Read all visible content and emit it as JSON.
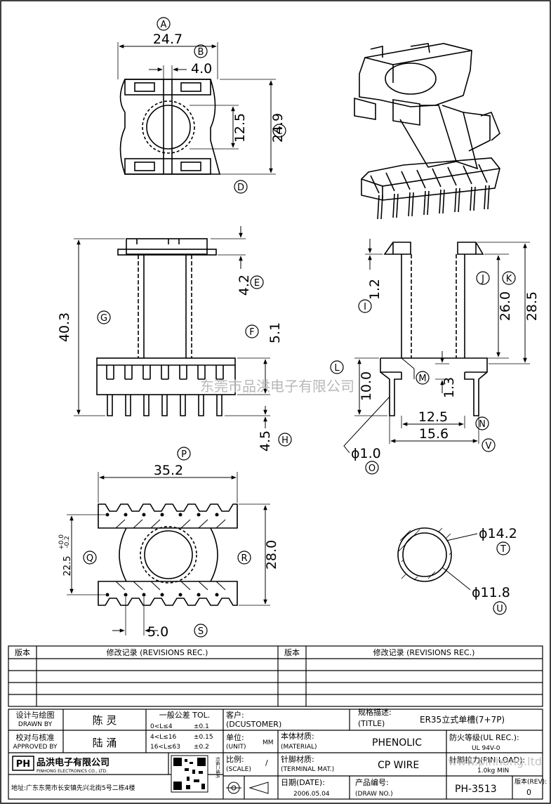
{
  "dimensions": {
    "top_view": {
      "width": "24.7",
      "slot": "4.0",
      "core": "12.5",
      "height": "24.9"
    },
    "front_view": {
      "total_height": "40.3",
      "flange": "4.2",
      "base": "5.1",
      "pin_length": "4.5"
    },
    "side_view": {
      "top_flange": "1.2",
      "inner": "26.0",
      "outer": "28.5",
      "base": "10.0",
      "step": "1.3",
      "span_inner": "12.5",
      "span_outer": "15.6",
      "pin_dia": "ϕ1.0"
    },
    "bottom_view": {
      "length": "35.2",
      "width": "28.0",
      "pitch": "5.0",
      "row_gap": "22.5",
      "tol_plus": "+0.0",
      "tol_minus": "-0.2"
    },
    "tube": {
      "outer": "ϕ14.2",
      "inner": "ϕ11.8"
    }
  },
  "labels": {
    "A": "A",
    "B": "B",
    "C": "C",
    "D": "D",
    "E": "E",
    "F": "F",
    "G": "G",
    "H": "H",
    "I": "I",
    "J": "J",
    "K": "K",
    "L": "L",
    "M": "M",
    "N": "N",
    "O": "O",
    "P": "P",
    "Q": "Q",
    "R": "R",
    "S": "S",
    "T": "T",
    "U": "U",
    "V": "V"
  },
  "watermark": {
    "center": "东莞市品洪电子有限公司",
    "corner": "www.pinhong.ltd"
  },
  "revisions": {
    "version": "版本",
    "record": "修改记录 (REVISIONS REC.)"
  },
  "title_block": {
    "designed_by_label": "设计与绘图",
    "designed_by_label_en": "DRAWN BY",
    "designer": "陈 灵",
    "approved_label": "校对与核准",
    "approved_label_en": "APPROVED BY",
    "approver": "陆 涌",
    "tolerance_title": "一般公差 TOL.",
    "tolerances": [
      {
        "range": "0<L≤4",
        "value": "±0.1"
      },
      {
        "range": "4<L≤16",
        "value": "±0.15"
      },
      {
        "range": "16<L≤63",
        "value": "±0.2"
      }
    ],
    "customer_label": "客户:",
    "customer_label_en": "(DCUSTOMER)",
    "unit_label": "单位:",
    "unit_label_en": "(UNIT)",
    "unit_value": "MM",
    "scale_label": "比例:",
    "scale_label_en": "(SCALE)",
    "scale_value": "/",
    "material_label": "本体材质:",
    "material_label_en": "(MATERIAL)",
    "material_value": "PHENOLIC",
    "terminal_label": "针脚材质:",
    "terminal_label_en": "(TERMINAL MAT.)",
    "terminal_value": "CP WIRE",
    "date_label": "日期(DATE):",
    "date_value": "2006.05.04",
    "title_label": "规格描述:",
    "title_label_en": "(TITLE)",
    "title_value": "ER35立式单槽(7+7P)",
    "ul_label": "防火等级(UL REC.):",
    "ul_value": "UL 94V-0",
    "pin_load_label": "针脚拉力(PIN LOAD):",
    "pin_load_value": "1.0kg MIN",
    "drawno_label": "产品编号:",
    "drawno_label_en": "(DRAW NO.)",
    "drawno_value": "PH-3513",
    "rev_label": "版本(REV):",
    "rev_value": "0",
    "company_logo": "PH",
    "company_name": "品洪电子有限公司",
    "company_name_en": "PINHONG ELECTRONICS CO., LTD.",
    "address": "地址:广东东莞市长安镇先兴北街5号二栋4楼",
    "qr_caption": "扫描二维码"
  }
}
